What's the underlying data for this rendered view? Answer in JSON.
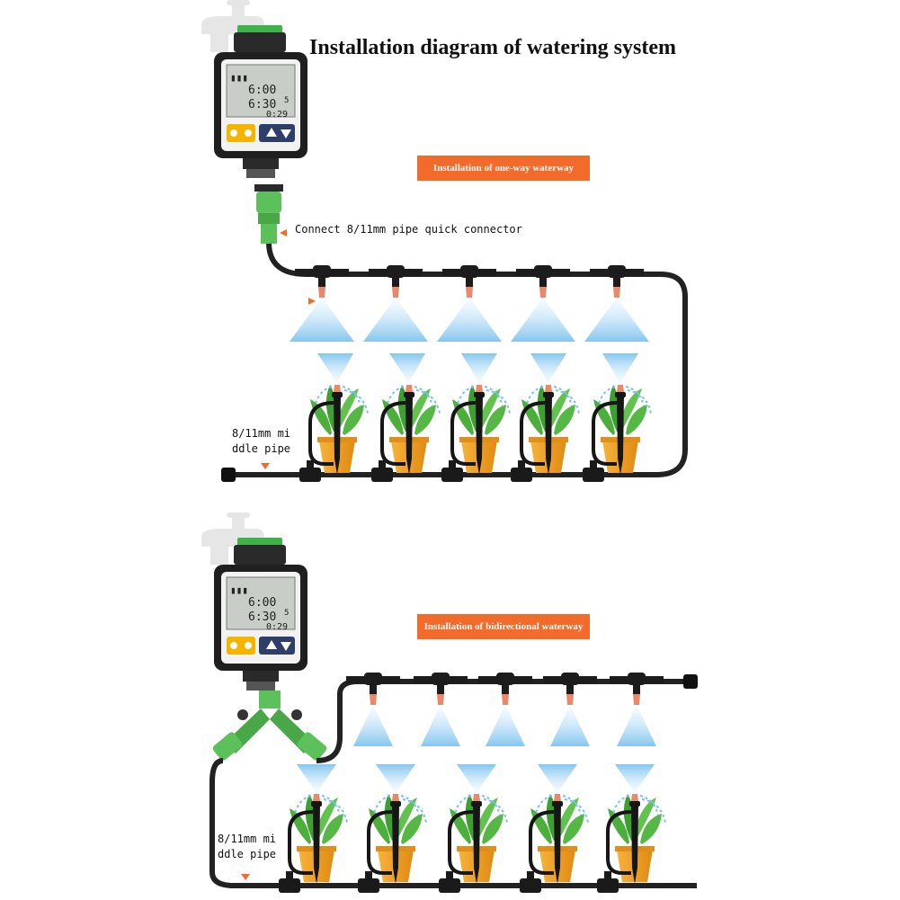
{
  "title": "Installation diagram of watering system",
  "sections": {
    "oneway": {
      "banner": "Installation of one-way waterway",
      "connector_label": "Connect 8/11mm pipe quick connector",
      "pipe_label": "8/11mm mi\nddle pipe"
    },
    "bidirectional": {
      "banner": "Installation of bidirectional waterway",
      "pipe_label": "8/11mm mi\nddle pipe"
    }
  },
  "timer_display": {
    "time1": "6:00",
    "time2": "6:30",
    "duration": "0:29",
    "small": "5"
  },
  "colors": {
    "banner": "#f26b2b",
    "pipe": "#222222",
    "pot": "#f5a623",
    "mist": "#a9d6f2",
    "leaf": "#4caf3c",
    "nozzle": "#e8896b",
    "connector_green": "#5cc15a"
  },
  "icons": {
    "faucet": "faucet-icon",
    "timer": "water-timer-icon",
    "arrow": "orange-triangle-arrow"
  }
}
